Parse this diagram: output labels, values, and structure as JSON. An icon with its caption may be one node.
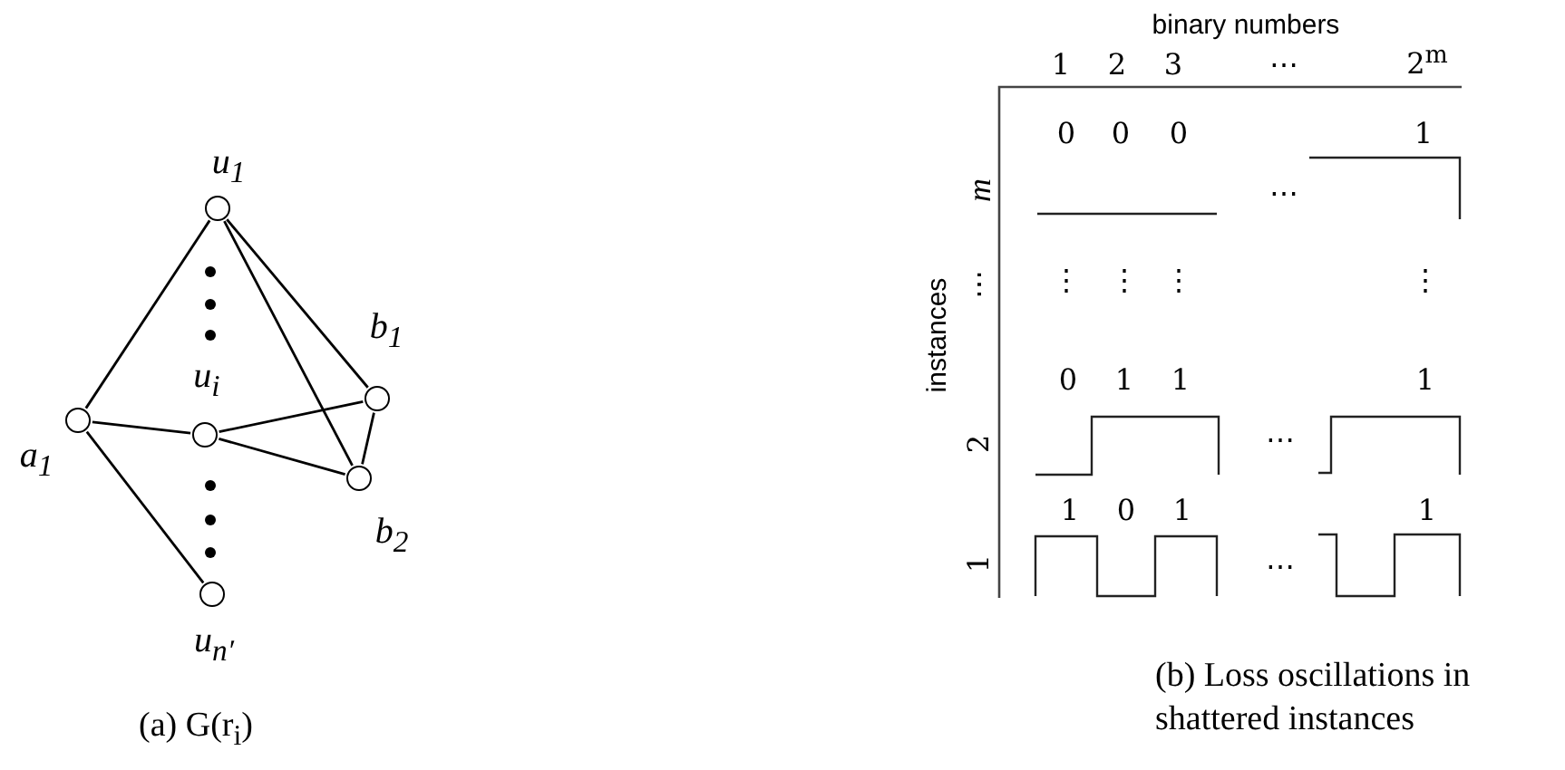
{
  "diagram": {
    "nodes": [
      {
        "text": [],
        "shape": "circle",
        "beside": [
          "u$_{1}$"
        ]
      },
      {
        "text": [],
        "shape": "circle",
        "beside": [
          "b$_{1}$"
        ]
      },
      {
        "text": [],
        "shape": "circle",
        "beside": [
          "a$_{1}$"
        ]
      },
      {
        "text": [],
        "shape": "circle",
        "beside": [
          "u$_{i}$"
        ]
      },
      {
        "text": [],
        "shape": "circle",
        "beside": [
          "b$_{2}$"
        ]
      },
      {
        "text": [],
        "shape": "circle",
        "beside": [
          "u$_{n′}$"
        ]
      }
    ],
    "edges": [
      {
        "from": 0,
        "to": 2,
        "arrow": "none"
      },
      {
        "from": 0,
        "to": 1,
        "arrow": "none"
      },
      {
        "from": 0,
        "to": 4,
        "arrow": "none"
      },
      {
        "from": 2,
        "to": 3,
        "arrow": "none"
      },
      {
        "from": 2,
        "to": 5,
        "arrow": "none"
      },
      {
        "from": 3,
        "to": 1,
        "arrow": "none"
      },
      {
        "from": 3,
        "to": 4,
        "arrow": "none"
      },
      {
        "from": 1,
        "to": 4,
        "arrow": "none"
      }
    ],
    "labels": [
      "binary numbers",
      "1",
      "2",
      "3",
      "⋯",
      "2$^{m}$",
      "0",
      "0",
      "0",
      "1",
      "m",
      "⋯",
      "instances",
      "⋯",
      "⋮",
      "⋮",
      "⋮",
      "⋮",
      "0",
      "1",
      "1",
      "1",
      "2",
      "⋯",
      "1",
      "0",
      "1",
      "1",
      "1",
      "⋯",
      "(a) G(r$_{i}$)",
      "(b) Loss oscillations in shattered instances"
    ]
  }
}
